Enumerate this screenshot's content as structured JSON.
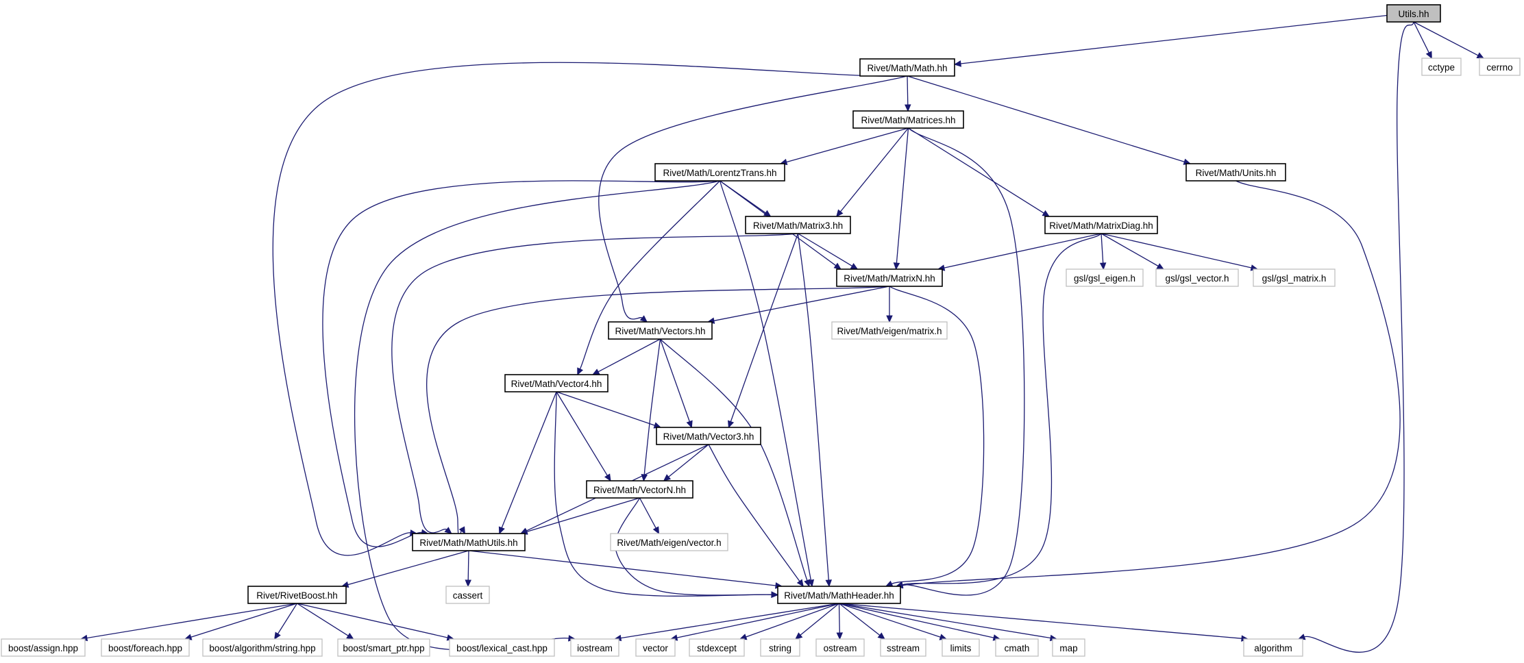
{
  "graph": {
    "edge_color": "#191970",
    "nodes": [
      {
        "id": "utils",
        "label": "Utils.hh",
        "kind": "root"
      },
      {
        "id": "math",
        "label": "Rivet/Math/Math.hh",
        "kind": "main"
      },
      {
        "id": "cctype",
        "label": "cctype",
        "kind": "ext"
      },
      {
        "id": "cerrno",
        "label": "cerrno",
        "kind": "ext"
      },
      {
        "id": "matrices",
        "label": "Rivet/Math/Matrices.hh",
        "kind": "main"
      },
      {
        "id": "lorentz",
        "label": "Rivet/Math/LorentzTrans.hh",
        "kind": "main"
      },
      {
        "id": "units",
        "label": "Rivet/Math/Units.hh",
        "kind": "main"
      },
      {
        "id": "matrix3",
        "label": "Rivet/Math/Matrix3.hh",
        "kind": "main"
      },
      {
        "id": "matrixdiag",
        "label": "Rivet/Math/MatrixDiag.hh",
        "kind": "main"
      },
      {
        "id": "matrixn",
        "label": "Rivet/Math/MatrixN.hh",
        "kind": "main"
      },
      {
        "id": "gsl_eigen",
        "label": "gsl/gsl_eigen.h",
        "kind": "ext"
      },
      {
        "id": "gsl_vector",
        "label": "gsl/gsl_vector.h",
        "kind": "ext"
      },
      {
        "id": "gsl_matrix",
        "label": "gsl/gsl_matrix.h",
        "kind": "ext"
      },
      {
        "id": "vectors",
        "label": "Rivet/Math/Vectors.hh",
        "kind": "main"
      },
      {
        "id": "eigen_matrix",
        "label": "Rivet/Math/eigen/matrix.h",
        "kind": "ext"
      },
      {
        "id": "vector4",
        "label": "Rivet/Math/Vector4.hh",
        "kind": "main"
      },
      {
        "id": "vector3",
        "label": "Rivet/Math/Vector3.hh",
        "kind": "main"
      },
      {
        "id": "vectorn",
        "label": "Rivet/Math/VectorN.hh",
        "kind": "main"
      },
      {
        "id": "eigen_vector",
        "label": "Rivet/Math/eigen/vector.h",
        "kind": "ext"
      },
      {
        "id": "mathutils",
        "label": "Rivet/Math/MathUtils.hh",
        "kind": "main"
      },
      {
        "id": "rivetboost",
        "label": "Rivet/RivetBoost.hh",
        "kind": "main"
      },
      {
        "id": "cassert",
        "label": "cassert",
        "kind": "ext"
      },
      {
        "id": "mathheader",
        "label": "Rivet/Math/MathHeader.hh",
        "kind": "main"
      },
      {
        "id": "boost_assign",
        "label": "boost/assign.hpp",
        "kind": "ext"
      },
      {
        "id": "boost_foreach",
        "label": "boost/foreach.hpp",
        "kind": "ext"
      },
      {
        "id": "boost_string",
        "label": "boost/algorithm/string.hpp",
        "kind": "ext"
      },
      {
        "id": "boost_smartptr",
        "label": "boost/smart_ptr.hpp",
        "kind": "ext"
      },
      {
        "id": "boost_lexical",
        "label": "boost/lexical_cast.hpp",
        "kind": "ext"
      },
      {
        "id": "iostream",
        "label": "iostream",
        "kind": "ext"
      },
      {
        "id": "vector",
        "label": "vector",
        "kind": "ext"
      },
      {
        "id": "stdexcept",
        "label": "stdexcept",
        "kind": "ext"
      },
      {
        "id": "string",
        "label": "string",
        "kind": "ext"
      },
      {
        "id": "ostream",
        "label": "ostream",
        "kind": "ext"
      },
      {
        "id": "sstream",
        "label": "sstream",
        "kind": "ext"
      },
      {
        "id": "limits",
        "label": "limits",
        "kind": "ext"
      },
      {
        "id": "cmath",
        "label": "cmath",
        "kind": "ext"
      },
      {
        "id": "map",
        "label": "map",
        "kind": "ext"
      },
      {
        "id": "algorithm",
        "label": "algorithm",
        "kind": "ext"
      }
    ],
    "edges": [
      [
        "utils",
        "math"
      ],
      [
        "utils",
        "cctype"
      ],
      [
        "utils",
        "cerrno"
      ],
      [
        "utils",
        "algorithm"
      ],
      [
        "math",
        "matrices"
      ],
      [
        "math",
        "units"
      ],
      [
        "math",
        "vectors"
      ],
      [
        "math",
        "mathutils"
      ],
      [
        "matrices",
        "lorentz"
      ],
      [
        "matrices",
        "matrix3"
      ],
      [
        "matrices",
        "matrixn"
      ],
      [
        "matrices",
        "matrixdiag"
      ],
      [
        "matrices",
        "mathheader"
      ],
      [
        "units",
        "mathheader"
      ],
      [
        "lorentz",
        "matrix3"
      ],
      [
        "lorentz",
        "matrixn"
      ],
      [
        "lorentz",
        "vector4"
      ],
      [
        "lorentz",
        "mathutils"
      ],
      [
        "lorentz",
        "iostream"
      ],
      [
        "lorentz",
        "mathheader"
      ],
      [
        "matrix3",
        "matrixn"
      ],
      [
        "matrix3",
        "vector3"
      ],
      [
        "matrix3",
        "mathutils"
      ],
      [
        "matrix3",
        "mathheader"
      ],
      [
        "matrixdiag",
        "matrixn"
      ],
      [
        "matrixdiag",
        "gsl_eigen"
      ],
      [
        "matrixdiag",
        "gsl_vector"
      ],
      [
        "matrixdiag",
        "gsl_matrix"
      ],
      [
        "matrixdiag",
        "mathheader"
      ],
      [
        "matrixn",
        "vectors"
      ],
      [
        "matrixn",
        "eigen_matrix"
      ],
      [
        "matrixn",
        "mathutils"
      ],
      [
        "matrixn",
        "mathheader"
      ],
      [
        "vectors",
        "vector4"
      ],
      [
        "vectors",
        "vector3"
      ],
      [
        "vectors",
        "vectorn"
      ],
      [
        "vectors",
        "mathheader"
      ],
      [
        "vector4",
        "vector3"
      ],
      [
        "vector4",
        "vectorn"
      ],
      [
        "vector4",
        "mathutils"
      ],
      [
        "vector4",
        "mathheader"
      ],
      [
        "vector3",
        "vectorn"
      ],
      [
        "vector3",
        "mathutils"
      ],
      [
        "vector3",
        "mathheader"
      ],
      [
        "vectorn",
        "eigen_vector"
      ],
      [
        "vectorn",
        "mathutils"
      ],
      [
        "vectorn",
        "mathheader"
      ],
      [
        "mathutils",
        "rivetboost"
      ],
      [
        "mathutils",
        "cassert"
      ],
      [
        "mathutils",
        "mathheader"
      ],
      [
        "rivetboost",
        "boost_assign"
      ],
      [
        "rivetboost",
        "boost_foreach"
      ],
      [
        "rivetboost",
        "boost_string"
      ],
      [
        "rivetboost",
        "boost_smartptr"
      ],
      [
        "rivetboost",
        "boost_lexical"
      ],
      [
        "mathheader",
        "iostream"
      ],
      [
        "mathheader",
        "vector"
      ],
      [
        "mathheader",
        "stdexcept"
      ],
      [
        "mathheader",
        "string"
      ],
      [
        "mathheader",
        "ostream"
      ],
      [
        "mathheader",
        "sstream"
      ],
      [
        "mathheader",
        "limits"
      ],
      [
        "mathheader",
        "cmath"
      ],
      [
        "mathheader",
        "map"
      ],
      [
        "mathheader",
        "algorithm"
      ]
    ]
  }
}
